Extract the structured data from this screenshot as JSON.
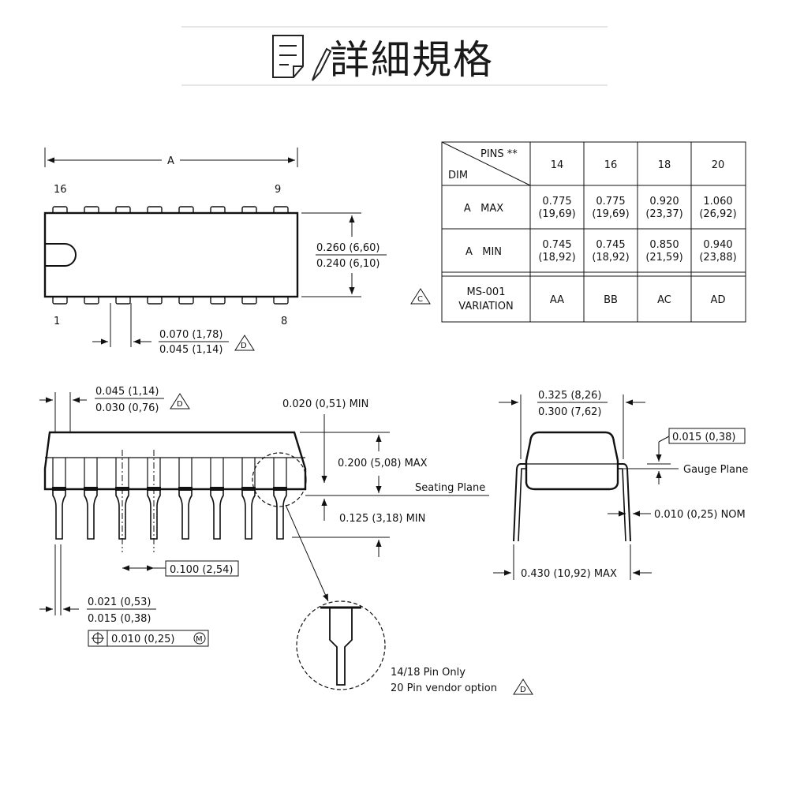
{
  "header": {
    "title": "詳細規格",
    "icon": "document-pencil-icon"
  },
  "top_view": {
    "dim_a": "A",
    "pin_16": "16",
    "pin_9": "9",
    "pin_1": "1",
    "pin_8": "8",
    "width_max": "0.260 (6,60)",
    "width_min": "0.240 (6,10)",
    "lead_max": "0.070 (1,78)",
    "lead_min": "0.045 (1,14)",
    "note_d": "D"
  },
  "table": {
    "corner_top": "PINS **",
    "corner_bottom": "DIM",
    "pins": [
      "14",
      "16",
      "18",
      "20"
    ],
    "rows": [
      {
        "label": "A   MAX",
        "values": [
          [
            "0.775",
            "(19,69)"
          ],
          [
            "0.775",
            "(19,69)"
          ],
          [
            "0.920",
            "(23,37)"
          ],
          [
            "1.060",
            "(26,92)"
          ]
        ]
      },
      {
        "label": "A   MIN",
        "values": [
          [
            "0.745",
            "(18,92)"
          ],
          [
            "0.745",
            "(18,92)"
          ],
          [
            "0.850",
            "(21,59)"
          ],
          [
            "0.940",
            "(23,88)"
          ]
        ]
      }
    ],
    "variation_label_1": "MS-001",
    "variation_label_2": "VARIATION",
    "variations": [
      "AA",
      "BB",
      "AC",
      "AD"
    ],
    "note_c": "C"
  },
  "side_view": {
    "end_lead_max": "0.045 (1,14)",
    "end_lead_min": "0.030 (0,76)",
    "note_d": "D",
    "standoff": "0.020 (0,51) MIN",
    "height": "0.200 (5,08) MAX",
    "seating_plane": "Seating Plane",
    "lead_length": "0.125 (3,18) MIN",
    "pitch": "0.100 (2,54)",
    "lead_width_max": "0.021 (0,53)",
    "lead_width_min": "0.015 (0,38)",
    "position_tol": "0.010 (0,25)",
    "position_mod": "M"
  },
  "detail": {
    "note_line1": "14/18 Pin Only",
    "note_line2": "20 Pin vendor option",
    "note_d": "D"
  },
  "end_view": {
    "row_max": "0.325 (8,26)",
    "row_min": "0.300 (7,62)",
    "gauge_offset": "0.015 (0,38)",
    "gauge_plane": "Gauge Plane",
    "lead_thickness": "0.010 (0,25) NOM",
    "spread": "0.430 (10,92) MAX"
  }
}
